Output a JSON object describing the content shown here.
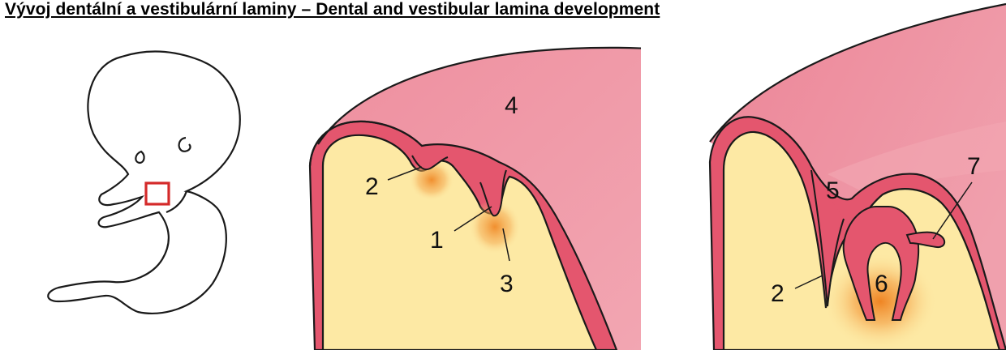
{
  "title": "Vývoj dentální a vestibulární laminy – Dental and vestibular lamina development",
  "colors": {
    "mucosa_dark": "#e4566e",
    "mucosa_light": "#f0a0ad",
    "mesenchyme": "#fde9a4",
    "condensation": "#f08a28",
    "outline": "#1a1a1a",
    "embryo_marker": "#d42a2a"
  },
  "panels": {
    "embryo": {},
    "early_stage": {
      "labels": [
        "4",
        "2",
        "1",
        "3"
      ]
    },
    "later_stage": {
      "labels": [
        "5",
        "7",
        "2",
        "6"
      ]
    }
  }
}
